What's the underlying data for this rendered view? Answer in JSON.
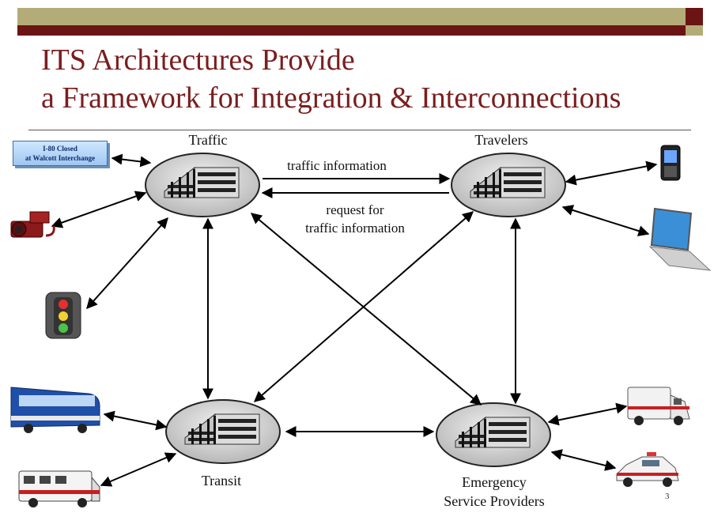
{
  "slide": {
    "title_line1": "ITS Architectures Provide",
    "title_line2": "a Framework for Integration & Interconnections",
    "page_number": "3"
  },
  "sign": {
    "line1": "I-80 Closed",
    "line2": "at Walcott Interchange"
  },
  "nodes": {
    "traffic": "Traffic",
    "travelers": "Travelers",
    "transit": "Transit",
    "emergency_line1": "Emergency",
    "emergency_line2": "Service Providers"
  },
  "flows": {
    "traffic_information": "traffic information",
    "request_line1": "request for",
    "request_line2": "traffic information"
  },
  "icons": [
    "traffic-sign-icon",
    "camera-icon",
    "traffic-light-icon",
    "bus-icon",
    "paratransit-van-icon",
    "cell-phone-icon",
    "laptop-icon",
    "ambulance-icon",
    "police-car-icon",
    "building-icon"
  ],
  "colors": {
    "title": "#7a1e1e",
    "band_olive": "#b3ac78",
    "band_red": "#6b1414"
  }
}
